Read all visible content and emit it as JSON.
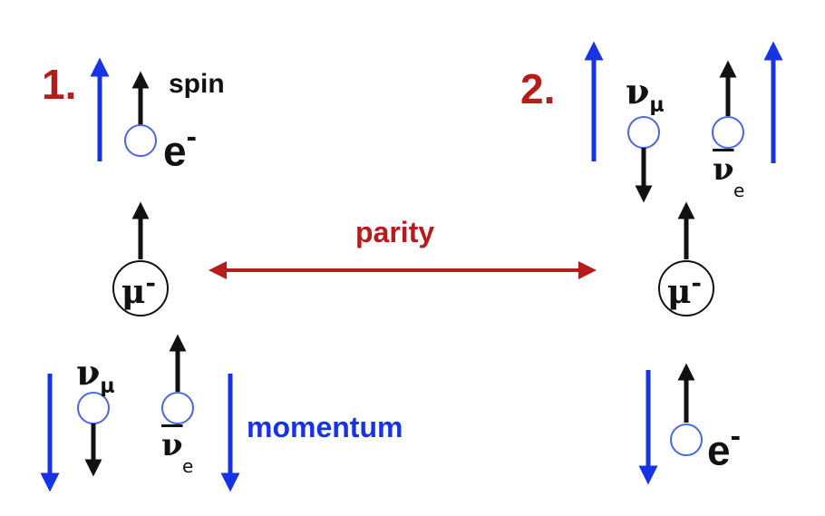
{
  "labels": {
    "case_1": "1.",
    "case_2": "2.",
    "spin": "spin",
    "momentum": "momentum",
    "parity": "parity",
    "electron": "e",
    "electron_charge": "-",
    "muon": "μ",
    "muon_charge": "-",
    "nu_mu": "ν",
    "nu_mu_sub": "μ",
    "nu_e_bar": "ν",
    "nu_e_bar_sub": "e"
  },
  "colors": {
    "momentum_arrow": "#1733e6",
    "spin_arrow": "#111111",
    "parity_arrow": "#b51c1c",
    "case_number": "#b51c1c",
    "particle_circle": "#4a66e8"
  }
}
